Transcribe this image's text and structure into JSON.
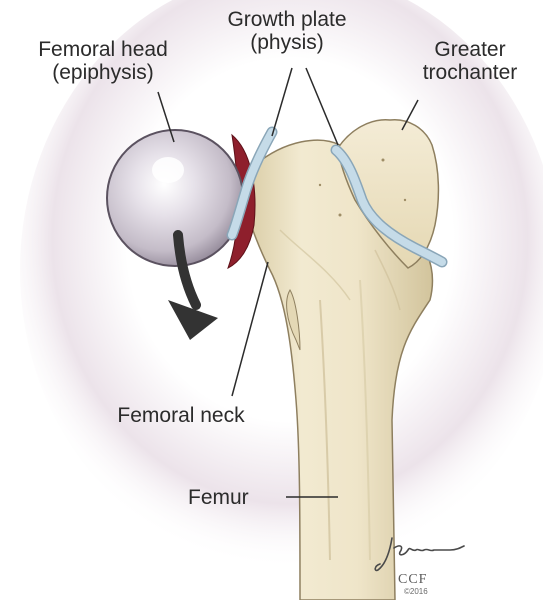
{
  "labels": {
    "femoral_head": [
      "Femoral head",
      "(epiphysis)"
    ],
    "growth_plate": [
      "Growth plate",
      "(physis)"
    ],
    "greater_trochanter": [
      "Greater",
      "trochanter"
    ],
    "femoral_neck": "Femoral neck",
    "femur": "Femur"
  },
  "credit": {
    "signature": "Jamesz",
    "organization": "CCF",
    "copyright": "©2016"
  },
  "colors": {
    "bone": "#ece2c3",
    "bone_shadow": "#c9b992",
    "growth_plate": "#c5dbe8",
    "head": "#d2ccd6",
    "slip_gap": "#8e1f2c",
    "arrow": "#333333",
    "background_glow": "#ddd2dc"
  },
  "icons": {
    "arrow": "displacement-arrow-icon"
  }
}
